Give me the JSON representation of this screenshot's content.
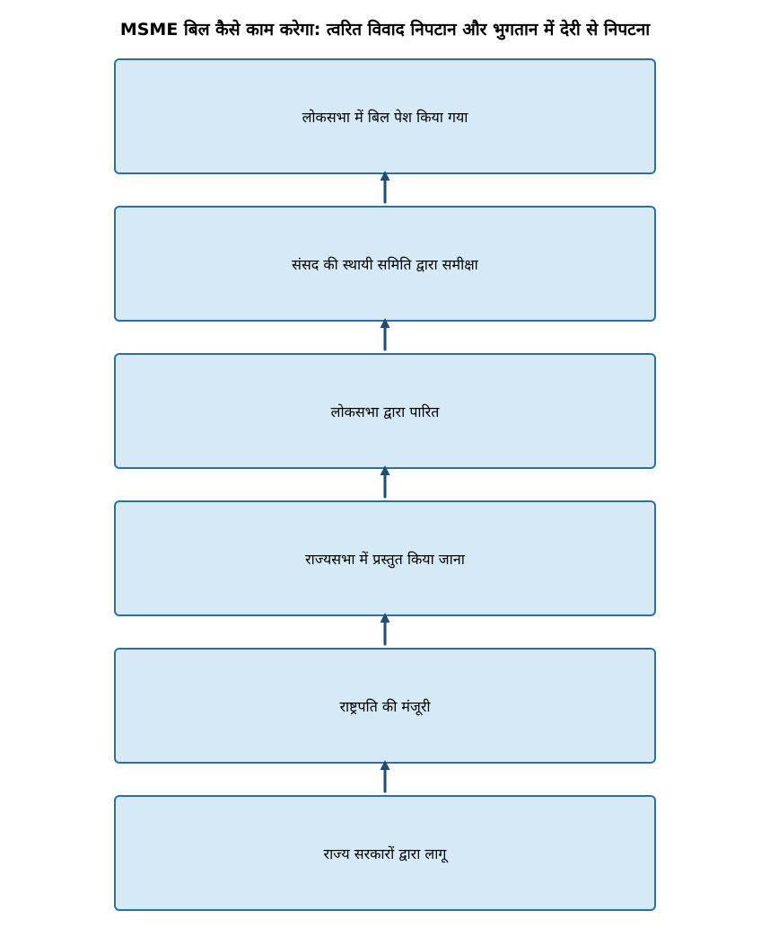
{
  "title": "MSME बिल कैसे काम करेगा: त्वरित विवाद निपटान और भुगतान में देरी से निपटना",
  "colors": {
    "box_fill": "#d6e9f7",
    "box_border": "#2e6fa0",
    "arrow": "#1f4e70"
  },
  "steps": [
    {
      "label": "लोकसभा में बिल पेश किया गया"
    },
    {
      "label": "संसद की स्थायी समिति द्वारा समीक्षा"
    },
    {
      "label": "लोकसभा द्वारा पारित"
    },
    {
      "label": "राज्यसभा में प्रस्तुत किया जाना"
    },
    {
      "label": "राष्ट्रपति की मंजूरी"
    },
    {
      "label": "राज्य सरकारों द्वारा लागू"
    }
  ],
  "connectors": [
    {
      "from": "step-2",
      "to": "step-1"
    },
    {
      "from": "step-3",
      "to": "step-2"
    },
    {
      "from": "step-4",
      "to": "step-3"
    },
    {
      "from": "step-5",
      "to": "step-4"
    },
    {
      "from": "step-6",
      "to": "step-5"
    }
  ]
}
